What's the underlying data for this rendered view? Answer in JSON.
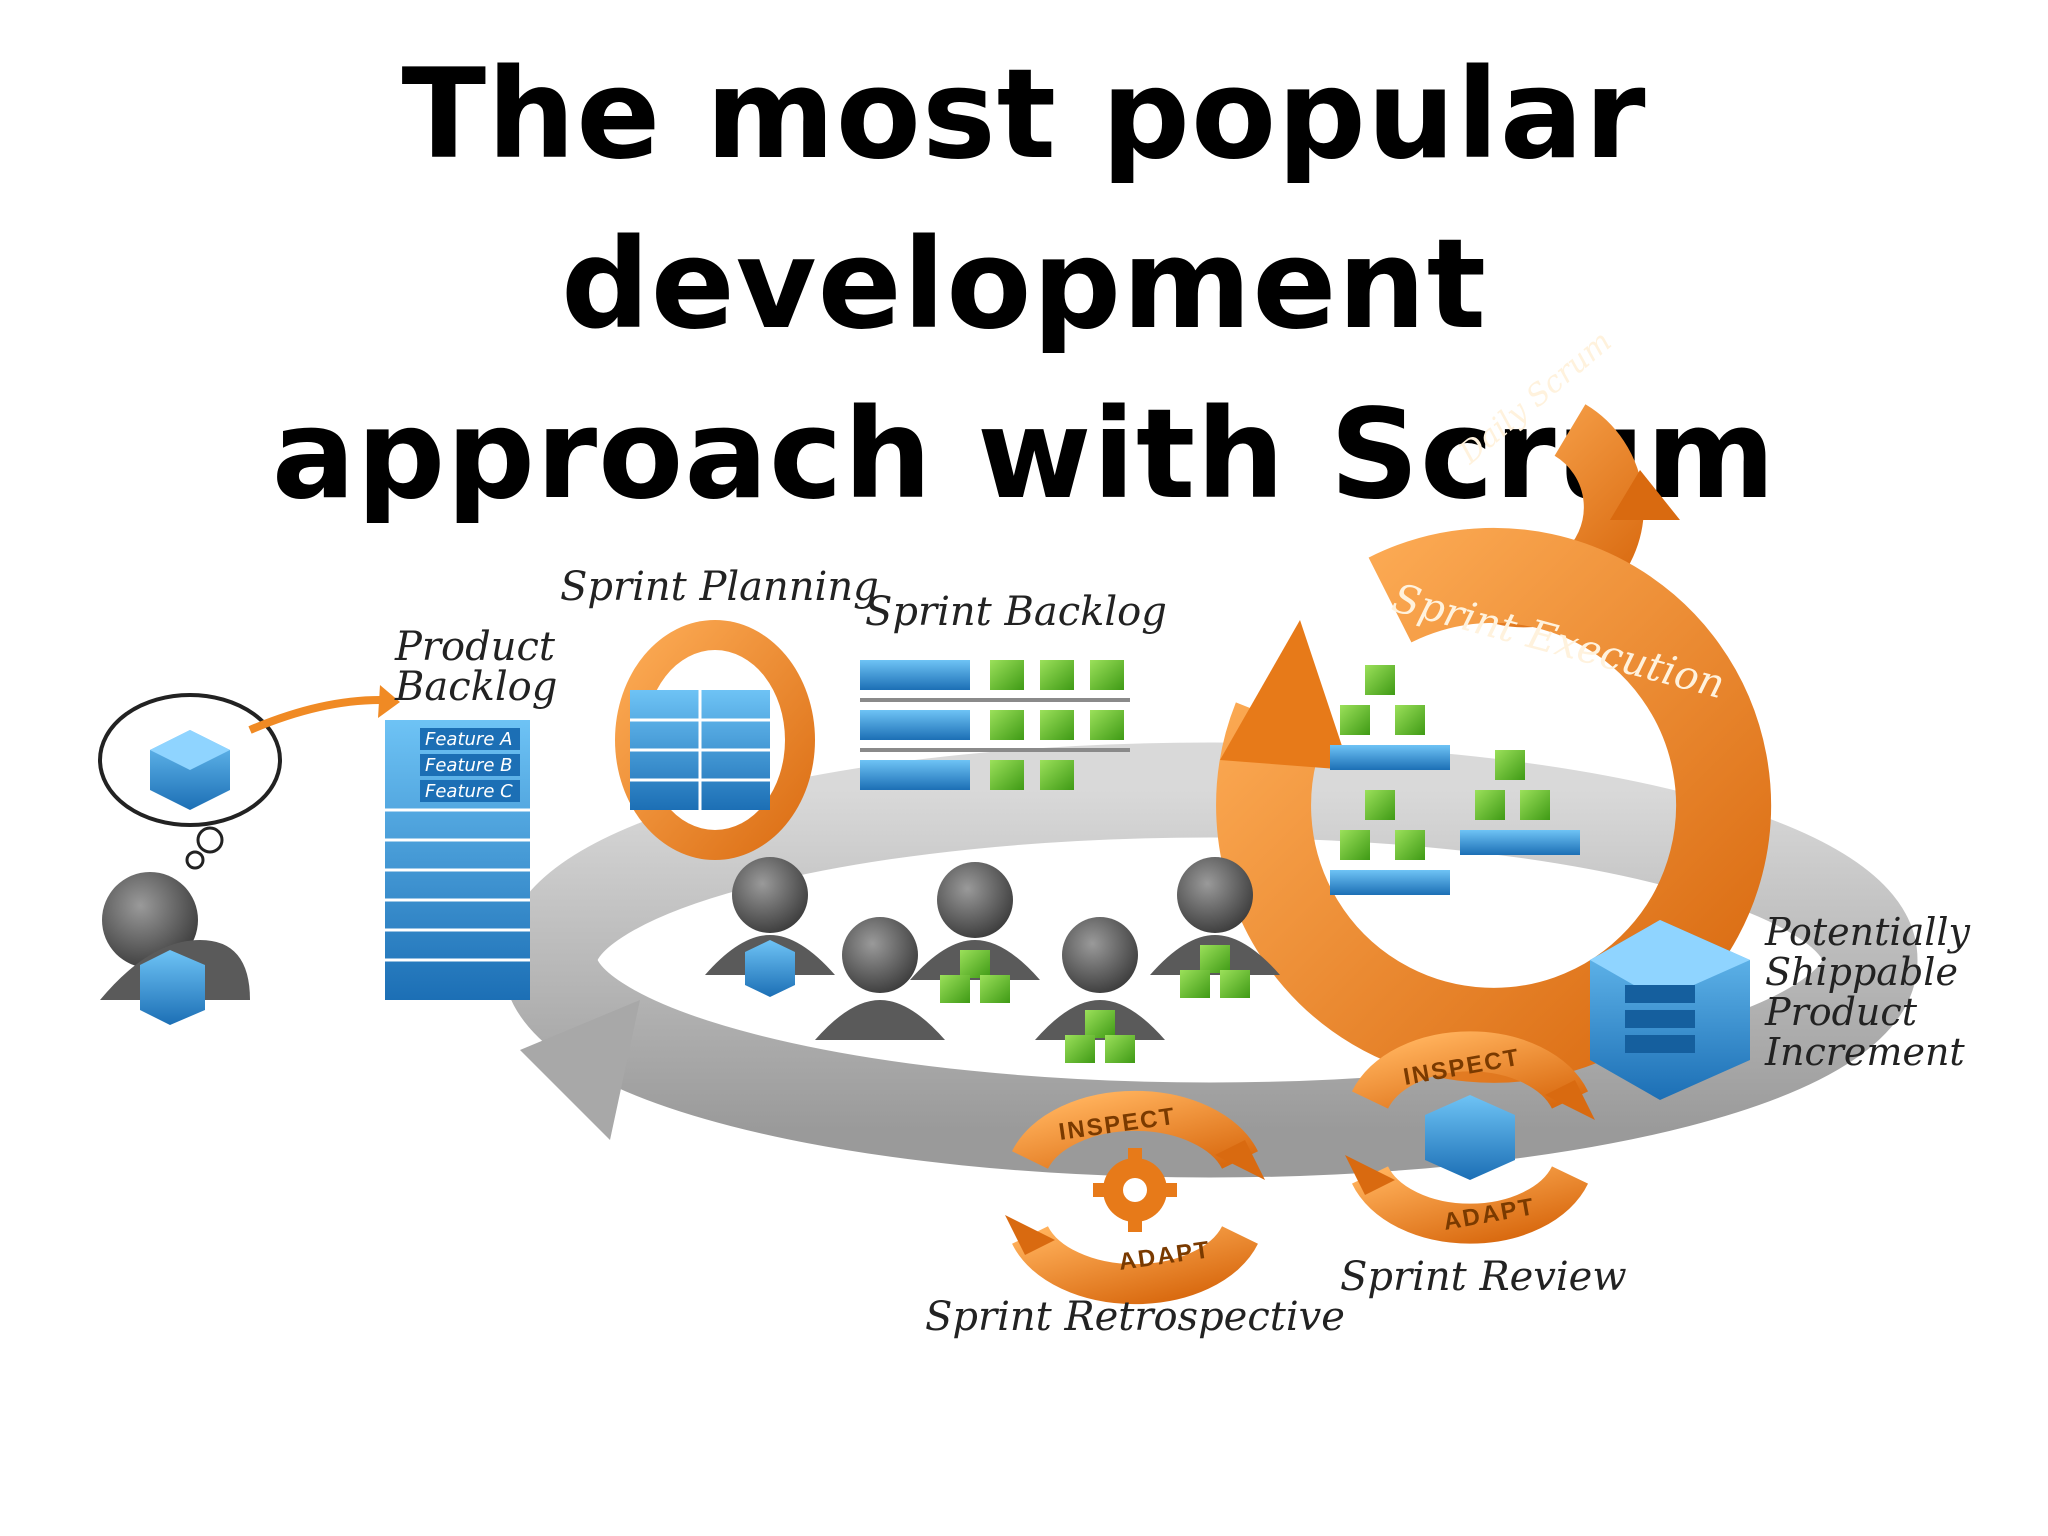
{
  "title": {
    "line1": "The most popular development",
    "line2": "approach with Scrum"
  },
  "labels": {
    "product_backlog_1": "Product",
    "product_backlog_2": "Backlog",
    "sprint_planning": "Sprint Planning",
    "sprint_backlog": "Sprint Backlog",
    "daily_scrum": "Daily Scrum",
    "sprint_execution": "Sprint Execution",
    "increment_1": "Potentially",
    "increment_2": "Shippable",
    "increment_3": "Product",
    "increment_4": "Increment",
    "sprint_review": "Sprint Review",
    "sprint_retrospective": "Sprint Retrospective"
  },
  "features": [
    "Feature A",
    "Feature B",
    "Feature C"
  ],
  "cycle_words": {
    "inspect": "INSPECT",
    "adapt": "ADAPT"
  },
  "colors": {
    "orange": "#f08a24",
    "orange_dark": "#c9600f",
    "blue": "#2d8fd8",
    "blue_dark": "#155f9e",
    "green": "#6cc42c",
    "gray_ring": "#bdbdbd",
    "person": "#555555"
  },
  "icons": [
    "thought-cloud-icon",
    "cube-icon",
    "gear-icon",
    "person-icon"
  ]
}
